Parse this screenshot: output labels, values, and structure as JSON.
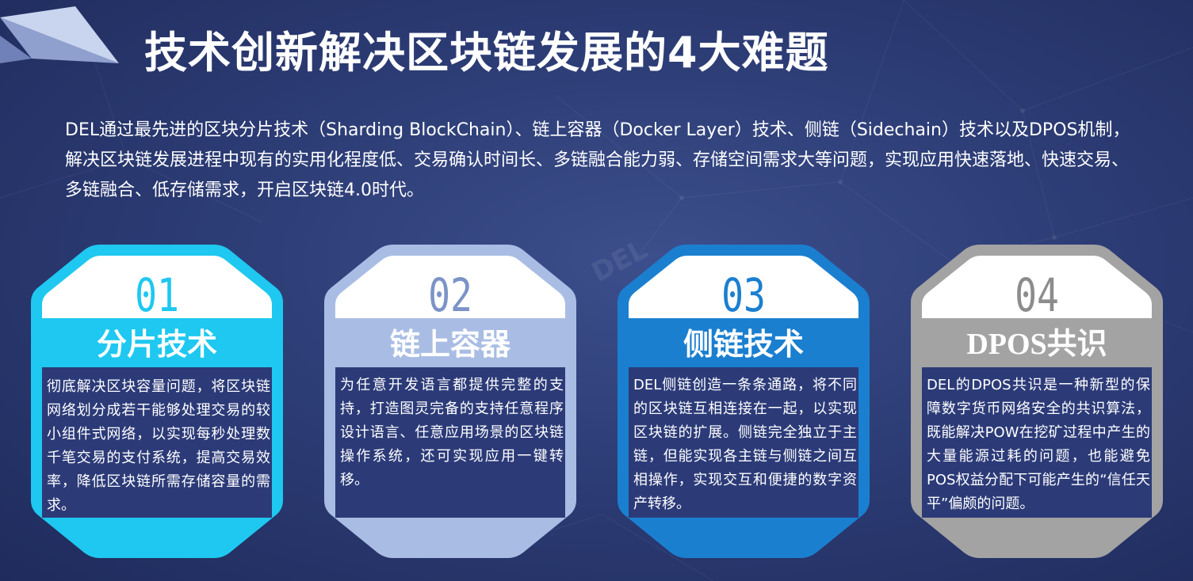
{
  "title": "技术创新解决区块链发展的4大难题",
  "intro": "DEL通过最先进的区块分片技术（Sharding BlockChain）、链上容器（Docker Layer）技术、侧链（Sidechain）技术以及DPOS机制，解决区块链发展进程中现有的实用化程度低、交易确认时间长、多链融合能力弱、存储空间需求大等问题，实现应用快速落地、快速交易、多链融合、低存储需求，开启区块链4.0时代。",
  "watermark": "DEL",
  "colors": {
    "background": "#2d3d76",
    "card1": "#1ec8f0",
    "card2": "#a9bde4",
    "card3": "#1b7fd0",
    "card4": "#a3a3a3",
    "num4": "#8c8c8c"
  },
  "cards": [
    {
      "number": "01",
      "title": "分片技术",
      "text": "彻底解决区块容量问题，将区块链网络划分成若干能够处理交易的较小组件式网络，以实现每秒处理数千笔交易的支付系统，提高交易效率，降低区块链所需存储容量的需求。"
    },
    {
      "number": "02",
      "title": "链上容器",
      "text": "为任意开发语言都提供完整的支持，打造图灵完备的支持任意程序设计语言、任意应用场景的区块链操作系统，还可实现应用一键转移。"
    },
    {
      "number": "03",
      "title": "侧链技术",
      "text": "DEL侧链创造一条条通路，将不同的区块链互相连接在一起，以实现区块链的扩展。侧链完全独立于主链，但能实现各主链与侧链之间互相操作，实现交互和便捷的数字资产转移。"
    },
    {
      "number": "04",
      "title": "DPOS共识",
      "text": "DEL的DPOS共识是一种新型的保障数字货币网络安全的共识算法，既能解决POW在挖矿过程中产生的大量能源过耗的问题，也能避免POS权益分配下可能产生的“信任天平”偏颇的问题。"
    }
  ]
}
